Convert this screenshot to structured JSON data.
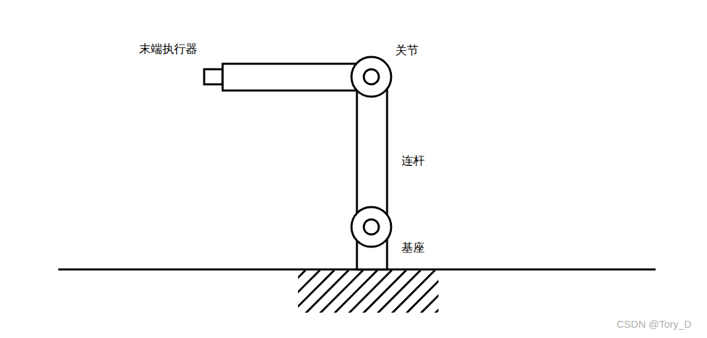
{
  "diagram": {
    "labels": [
      "末端执行器",
      "关节",
      "连杆",
      "基座",
      "CSDN @Tory_D"
    ]
  }
}
